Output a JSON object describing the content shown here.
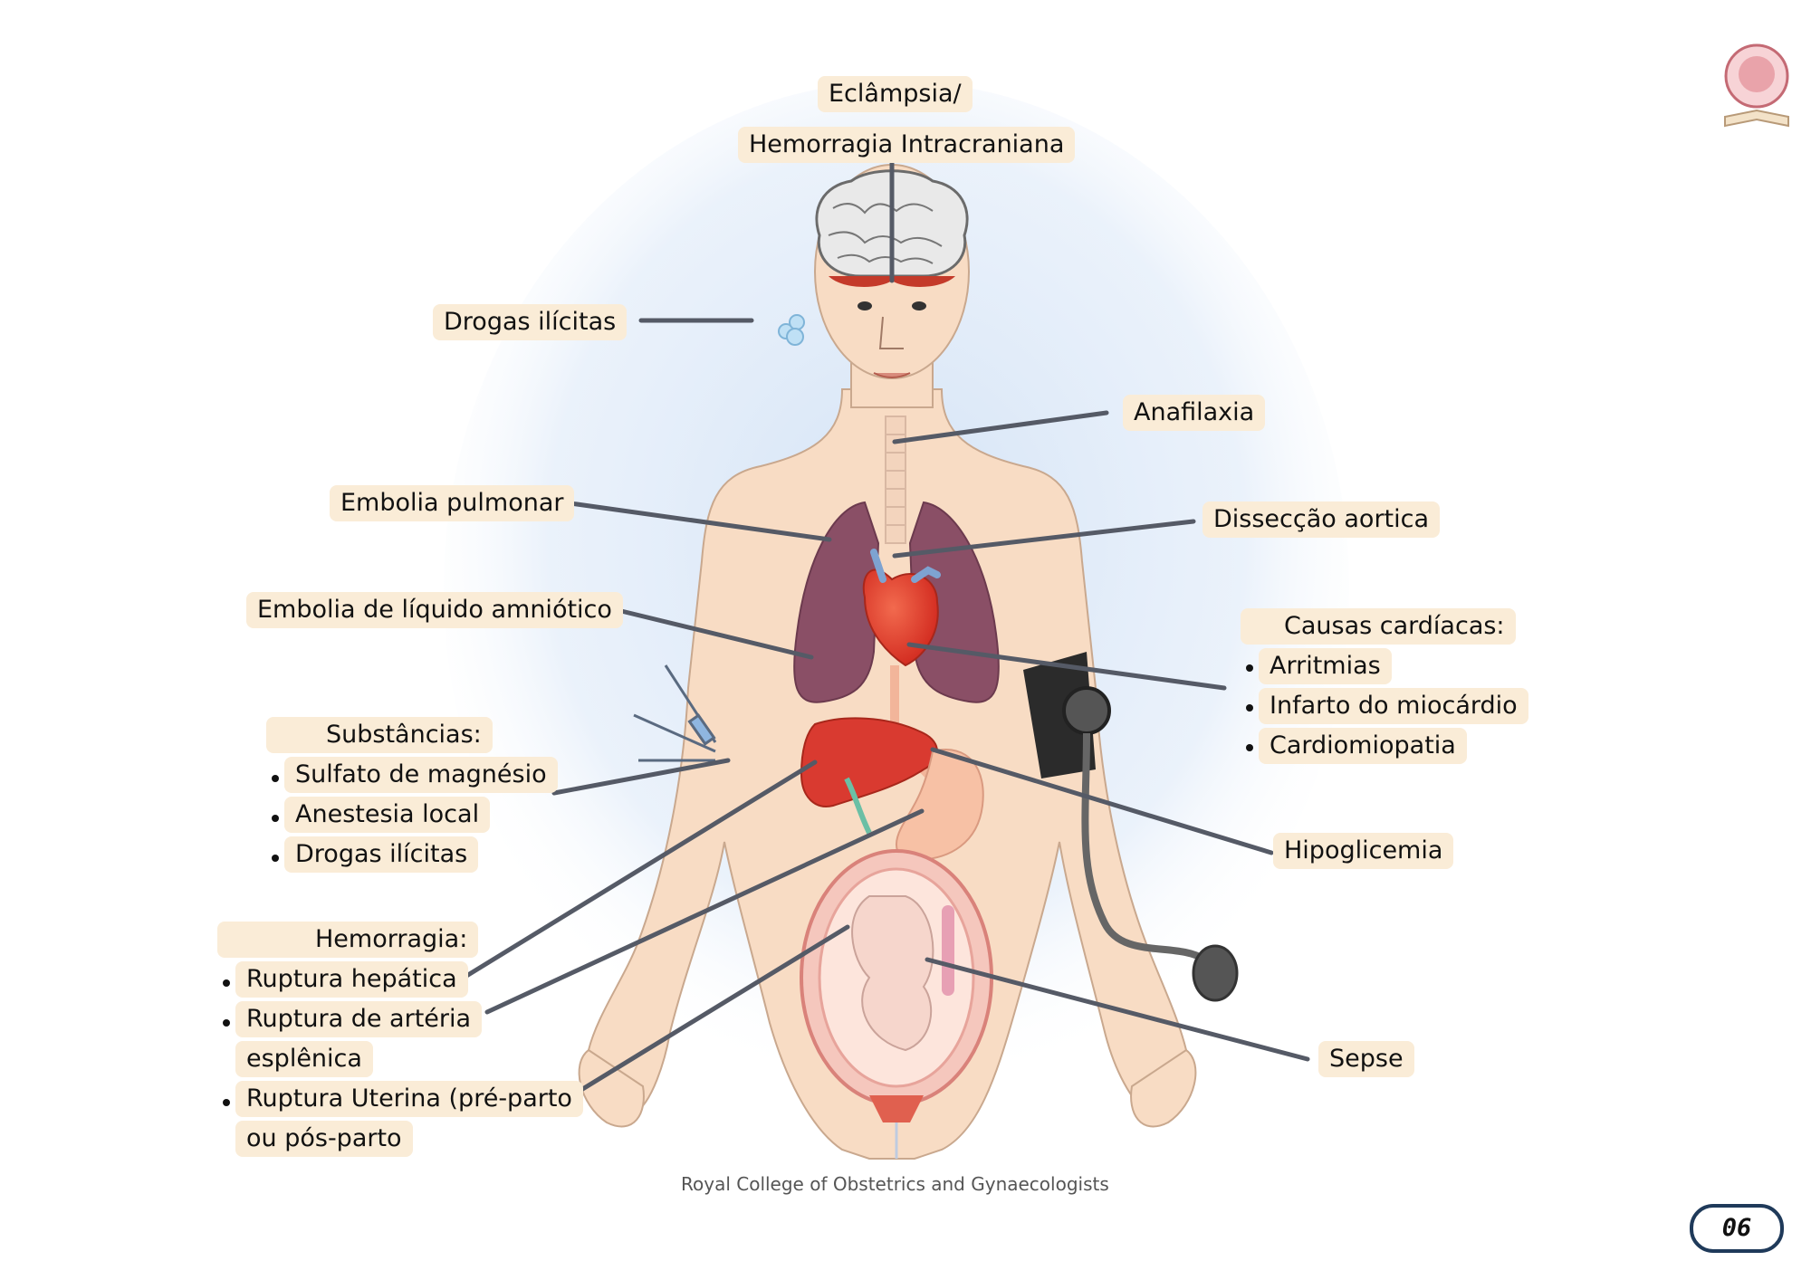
{
  "labels": {
    "eclampsia": "Eclâmpsia/",
    "hemorragia_intracraniana": "Hemorragia Intracraniana",
    "drogas_ilicitas": "Drogas ilícitas",
    "anafilaxia": "Anafilaxia",
    "embolia_pulmonar": "Embolia pulmonar",
    "disseccao_aortica": "Dissecção aortica",
    "embolia_liquido_amniotico": "Embolia de líquido amniótico",
    "hipoglicemia": "Hipoglicemia",
    "sepse": "Sepse"
  },
  "causas_cardiacas": {
    "title": "Causas cardíacas:",
    "items": [
      "Arritmias",
      "Infarto do miocárdio",
      "Cardiomiopatia"
    ]
  },
  "substancias": {
    "title": "Substâncias:",
    "items": [
      "Sulfato de magnésio",
      "Anestesia local",
      "Drogas ilícitas"
    ]
  },
  "hemorragia": {
    "title": "Hemorragia:",
    "items": [
      "Ruptura hepática",
      "Ruptura de artéria",
      "esplênica",
      "Ruptura Uterina (pré-parto",
      "ou pós-parto"
    ]
  },
  "caption": "Royal College of Obstetrics and Gynaecologists",
  "page_number": "06",
  "colors": {
    "label_bg": "#faecd7",
    "leader_line": "#555a66",
    "page_border": "#1f3a5a",
    "skin": "#f8dcc4",
    "lung": "#8a4f66",
    "heart": "#e8412f",
    "liver": "#d93a30"
  }
}
